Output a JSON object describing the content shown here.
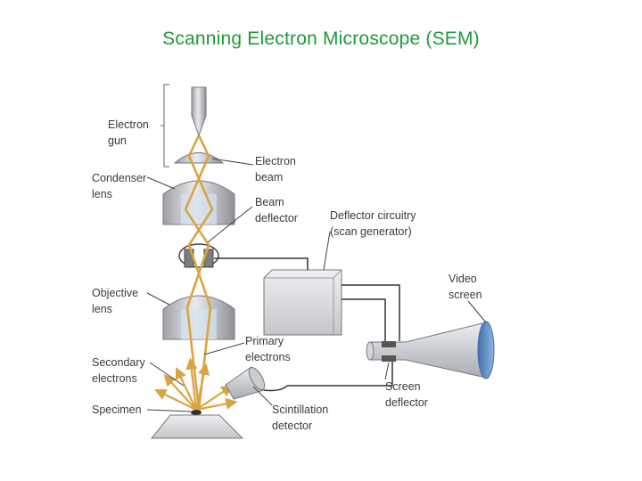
{
  "title": "Scanning Electron Microscope (SEM)",
  "labels": {
    "electron_gun": [
      "Electron",
      "gun"
    ],
    "condenser_lens": [
      "Condenser",
      "lens"
    ],
    "objective_lens": [
      "Objective",
      "lens"
    ],
    "secondary_electrons": [
      "Secondary",
      "electrons"
    ],
    "specimen": [
      "Specimen"
    ],
    "electron_beam": [
      "Electron",
      "beam"
    ],
    "beam_deflector": [
      "Beam",
      "deflector"
    ],
    "deflector_circuitry": [
      "Deflector circuitry",
      "(scan generator)"
    ],
    "video_screen": [
      "Video",
      "screen"
    ],
    "primary_electrons": [
      "Primary",
      "electrons"
    ],
    "screen_deflector": [
      "Screen",
      "deflector"
    ],
    "scintillation_detector": [
      "Scintillation",
      "detector"
    ]
  },
  "colors": {
    "title": "#1f9a3a",
    "beam": "#d9a441",
    "metal": "#b9bcc2",
    "screen": "#5b8fc7"
  }
}
